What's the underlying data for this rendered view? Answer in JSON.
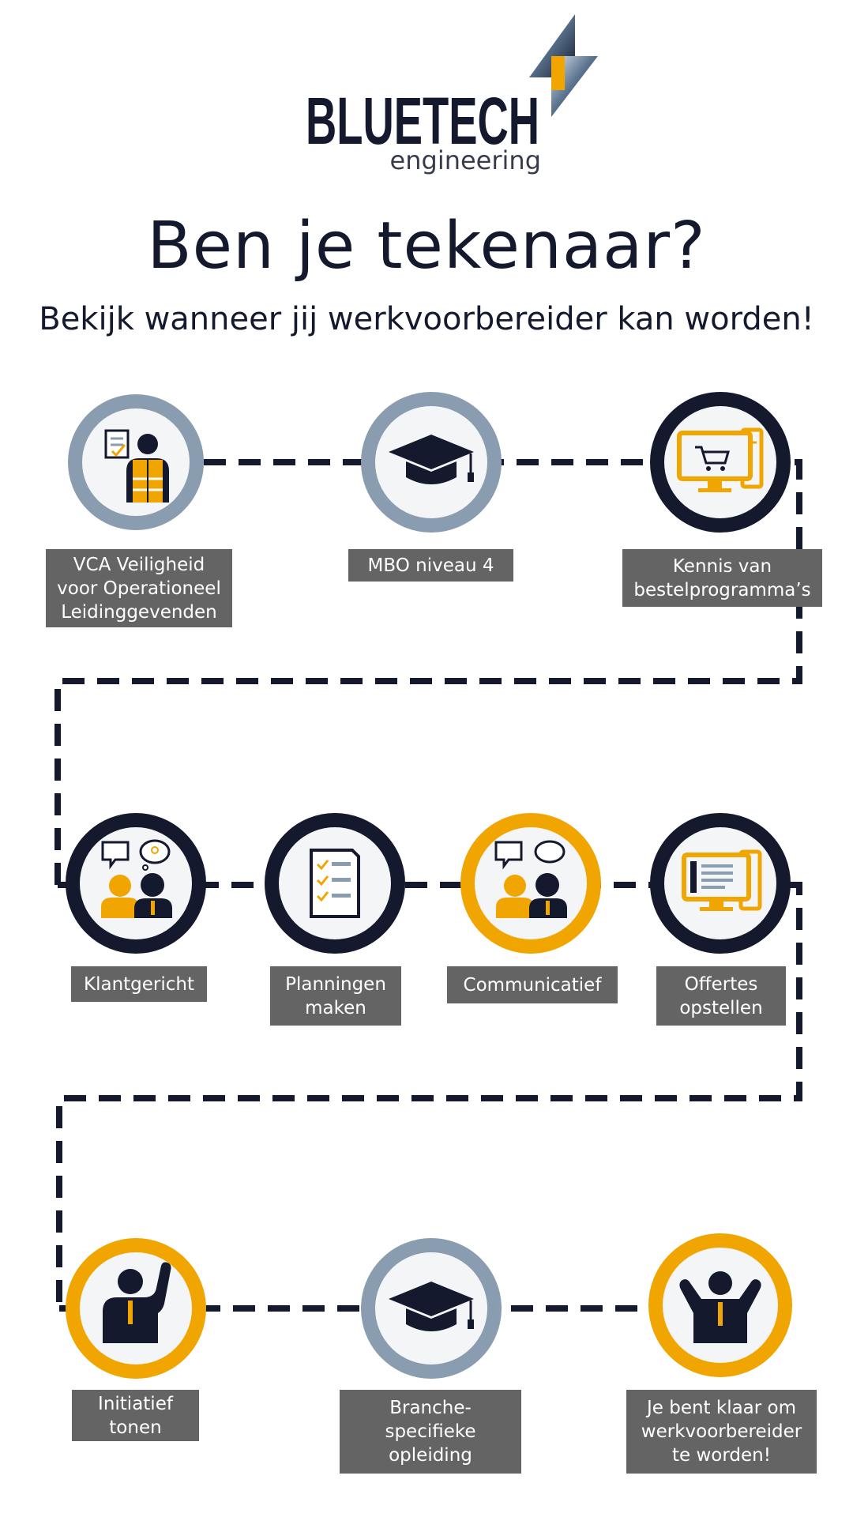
{
  "brand": {
    "name": "BLUETECH",
    "tagline": "engineering",
    "colors": {
      "navy": "#14192e",
      "gold": "#f0a500",
      "steel": "#8a9db0",
      "label_bg": "#646464"
    }
  },
  "headline": "Ben je tekenaar?",
  "subheadline": "Bekijk wanneer jij werkvoorbereider kan worden!",
  "steps": [
    {
      "label": "VCA Veiligheid\nvoor Operationeel\nLeidinggevenden",
      "icon": "safety-worker-icon",
      "ring": "steel"
    },
    {
      "label": "MBO niveau 4",
      "icon": "graduation-cap-icon",
      "ring": "steel"
    },
    {
      "label": "Kennis van\nbestelprogramma’s",
      "icon": "computer-cart-icon",
      "ring": "navy"
    },
    {
      "label": "Klantgericht",
      "icon": "customer-conversation-icon",
      "ring": "navy"
    },
    {
      "label": "Planningen\nmaken",
      "icon": "checklist-icon",
      "ring": "navy"
    },
    {
      "label": "Communicatief",
      "icon": "speech-bubbles-icon",
      "ring": "gold"
    },
    {
      "label": "Offertes\nopstellen",
      "icon": "computer-document-icon",
      "ring": "navy"
    },
    {
      "label": "Initiatief\ntonen",
      "icon": "raised-hand-icon",
      "ring": "gold"
    },
    {
      "label": "Branche-\nspecifieke\nopleiding",
      "icon": "graduation-cap-icon",
      "ring": "steel"
    },
    {
      "label": "Je bent klaar om\nwerkvoorbereider\nte worden!",
      "icon": "celebrating-person-icon",
      "ring": "gold"
    }
  ]
}
